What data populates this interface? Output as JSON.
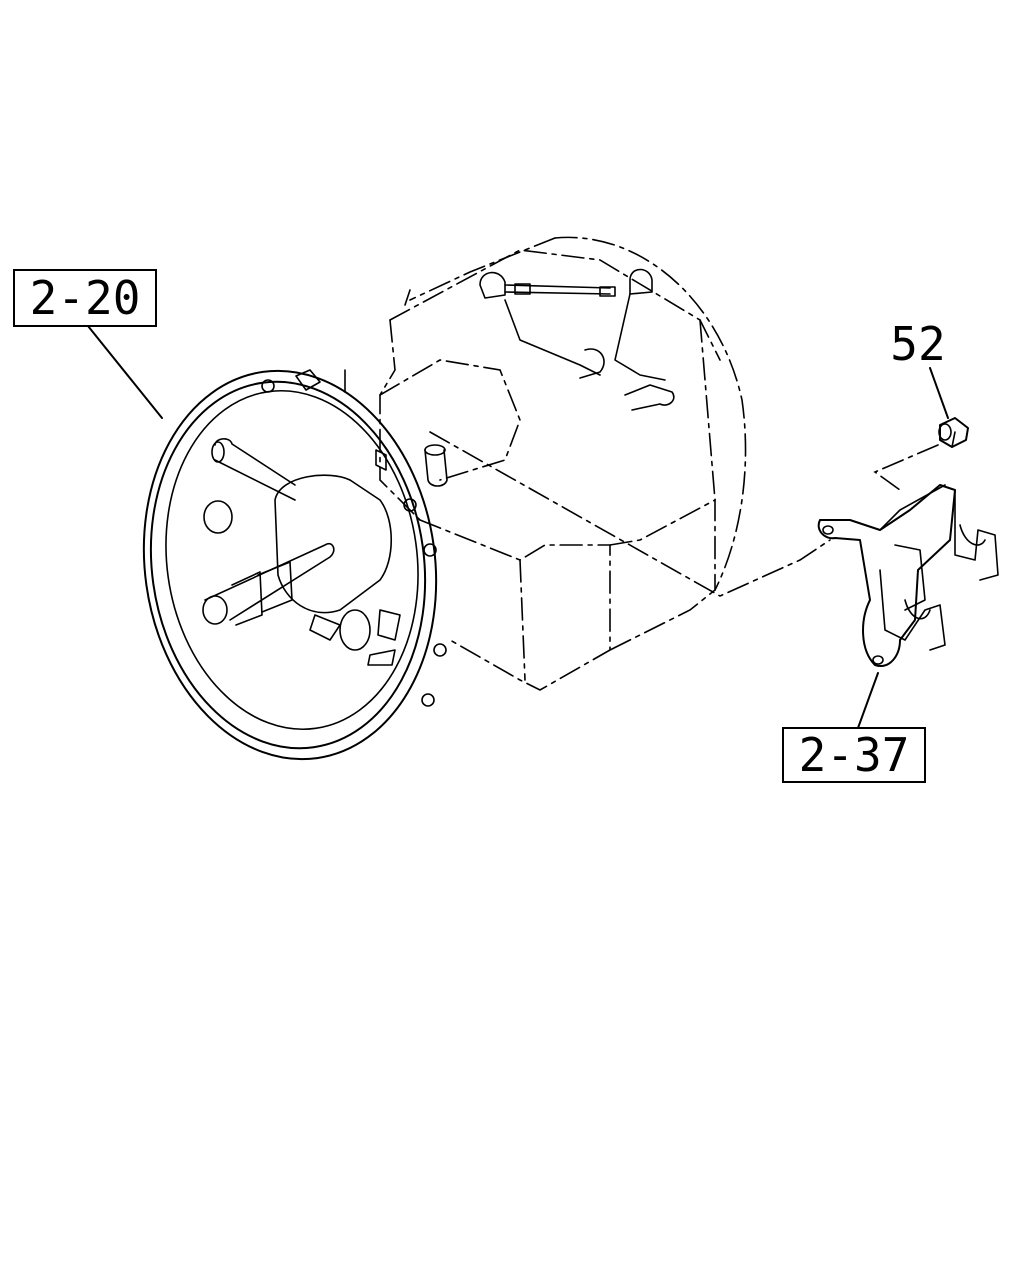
{
  "callouts": {
    "transmission": {
      "label": "2-20"
    },
    "nut": {
      "label": "52"
    },
    "bracket": {
      "label": "2-37"
    }
  }
}
